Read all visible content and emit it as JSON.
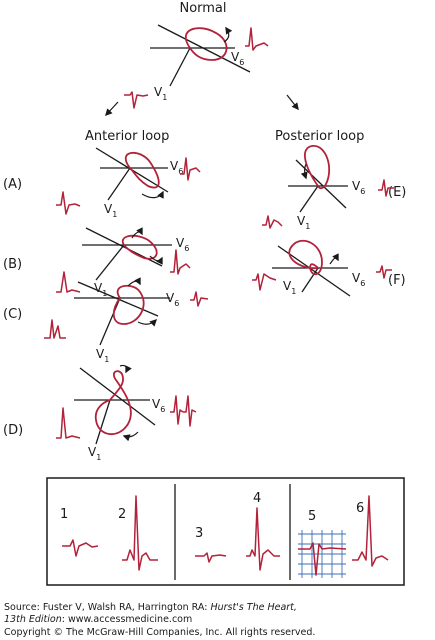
{
  "title": "Normal",
  "headings": {
    "anterior": "Anterior loop",
    "posterior": "Posterior loop"
  },
  "leads": {
    "v1": "V",
    "v6": "V",
    "v1_sub": "1",
    "v6_sub": "6"
  },
  "panel_labels": [
    "(A)",
    "(B)",
    "(C)",
    "(D)",
    "(E)",
    "(F)"
  ],
  "box_labels": [
    "1",
    "2",
    "3",
    "4",
    "5",
    "6"
  ],
  "source": {
    "prefix": "Source: Fuster V, Walsh RA, Harrington RA: ",
    "book": "Hurst's The Heart,",
    "edition": "13th Edition",
    "site": ": www.accessmedicine.com",
    "copyright": "Copyright © The McGraw-Hill Companies, Inc. All rights reserved."
  },
  "colors": {
    "trace": "#b3223a",
    "line": "#1a1a1a",
    "grid": "#3b6fb5"
  }
}
